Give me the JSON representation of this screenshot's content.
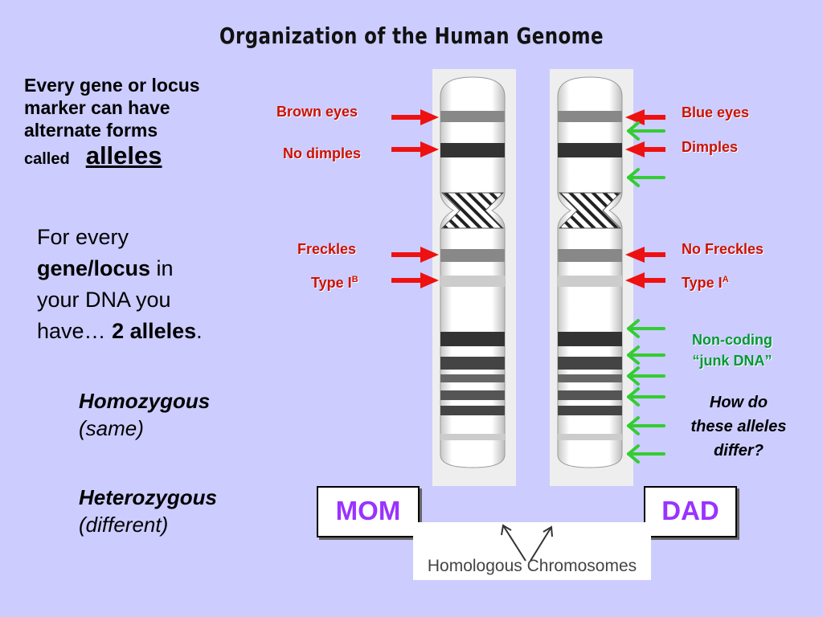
{
  "title": "Organization of the Human Genome",
  "intro": {
    "line1": "Every gene or locus",
    "line2": "marker can have",
    "line3": "alternate forms",
    "called": "called",
    "alleles": "alleles"
  },
  "every": {
    "part1": "For every",
    "gene_locus": "gene/locus",
    "in": " in",
    "line3": "your DNA you",
    "have": "have… ",
    "two_alleles": "2 alleles",
    "period": "."
  },
  "terms": {
    "homozygous": "Homozygous",
    "homozygous_desc": "(same)",
    "heterozygous": "Heterozygous",
    "heterozygous_desc": "(different)"
  },
  "mom_labels": {
    "brown_eyes": "Brown eyes",
    "no_dimples": "No dimples",
    "freckles": "Freckles",
    "type_base": "Type I",
    "type_sup": "B"
  },
  "dad_labels": {
    "blue_eyes": "Blue eyes",
    "dimples": "Dimples",
    "no_freckles": "No Freckles",
    "type_base": "Type I",
    "type_sup": "A",
    "noncoding1": "Non-coding",
    "noncoding2": "“junk DNA”",
    "question1": "How do",
    "question2": "these alleles",
    "question3": "differ?"
  },
  "mom": "MOM",
  "dad": "DAD",
  "homologous": "Homologous Chromosomes",
  "colors": {
    "background": "#ccccff",
    "red_arrow": "#ee1111",
    "green_arrow": "#33cc33",
    "parent_text": "#9933ff"
  }
}
